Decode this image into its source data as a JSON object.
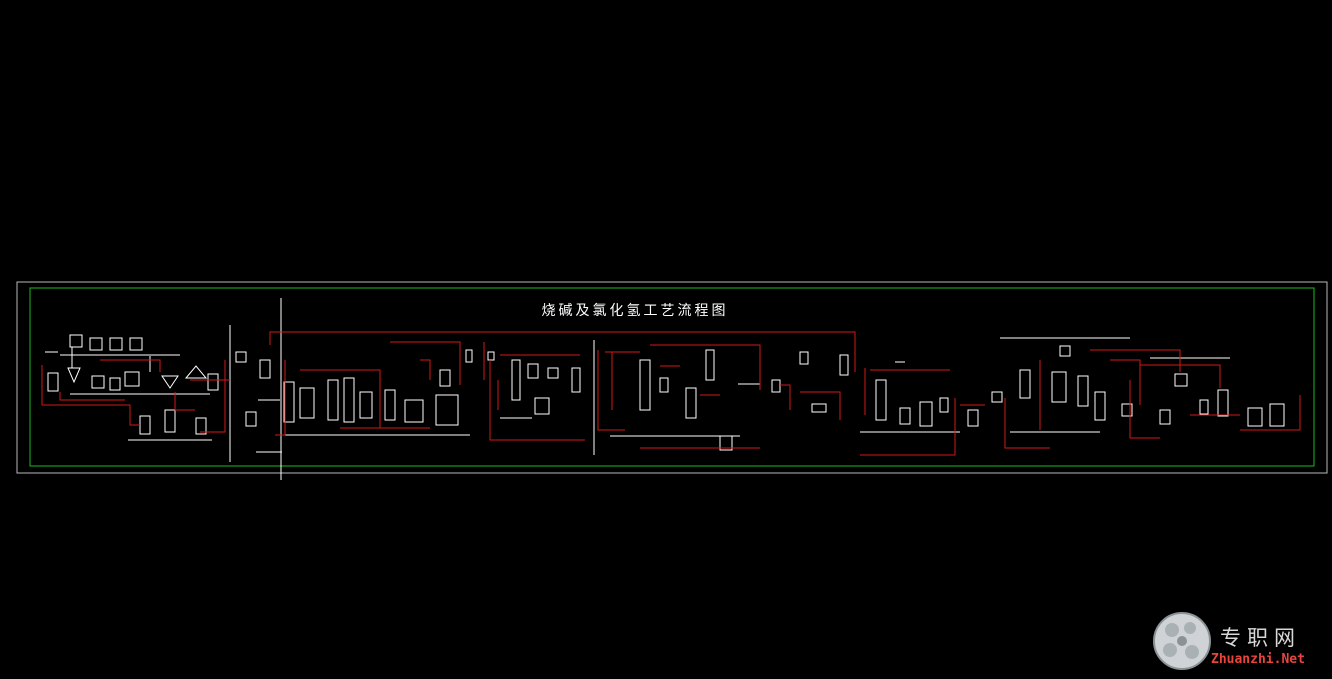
{
  "drawing": {
    "title": "烧碱及氯化氢工艺流程图",
    "colors": {
      "background": "#000000",
      "outer_frame": "#b8b8b8",
      "inner_frame": "#1fb81f",
      "process_line": "#d01818",
      "equipment": "#ffffff"
    }
  },
  "watermark": {
    "chinese": "专职网",
    "latin": "Zhuanzhi.Net",
    "icon": "globe-logo-icon",
    "colors": {
      "chinese": "#d8d8d8",
      "latin": "#e8453c"
    }
  }
}
